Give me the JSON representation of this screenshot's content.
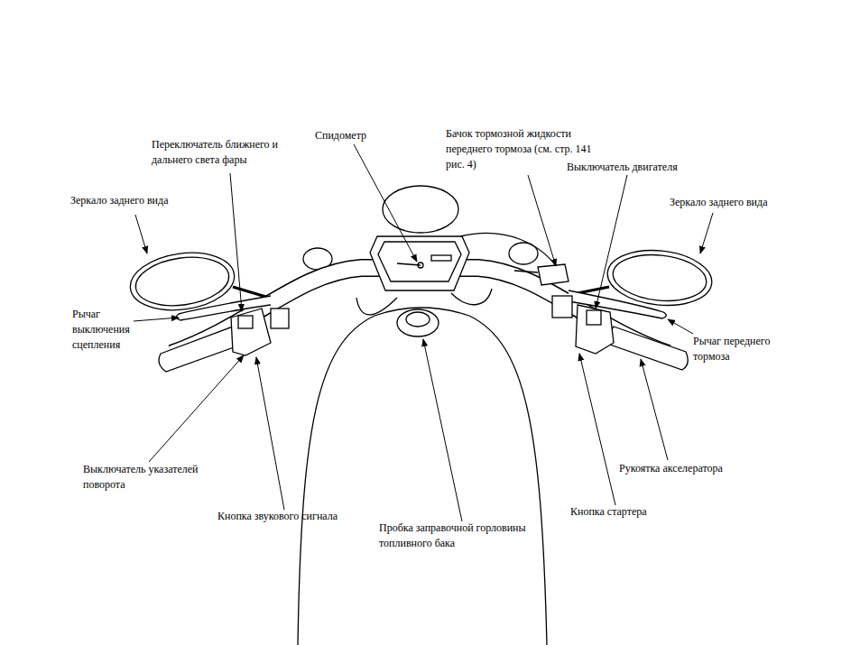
{
  "diagram": {
    "labels": [
      "Зеркало заднего вида",
      "Переключатель ближнего и дальнего света фары",
      "Спидометр",
      "Бачок тормозной жидкости переднего тормоза (см. стр. 141 рис. 4)",
      "Выключатель двигателя",
      "Зеркало заднего вида",
      "Рычаг выключения сцепления",
      "Рычаг переднего тормоза",
      "Рукоятка акселератора",
      "Выключатель указателей поворота",
      "Кнопка звукового сигнала",
      "Пробка заправочной горловины топливного бака",
      "Кнопка стартера"
    ]
  }
}
